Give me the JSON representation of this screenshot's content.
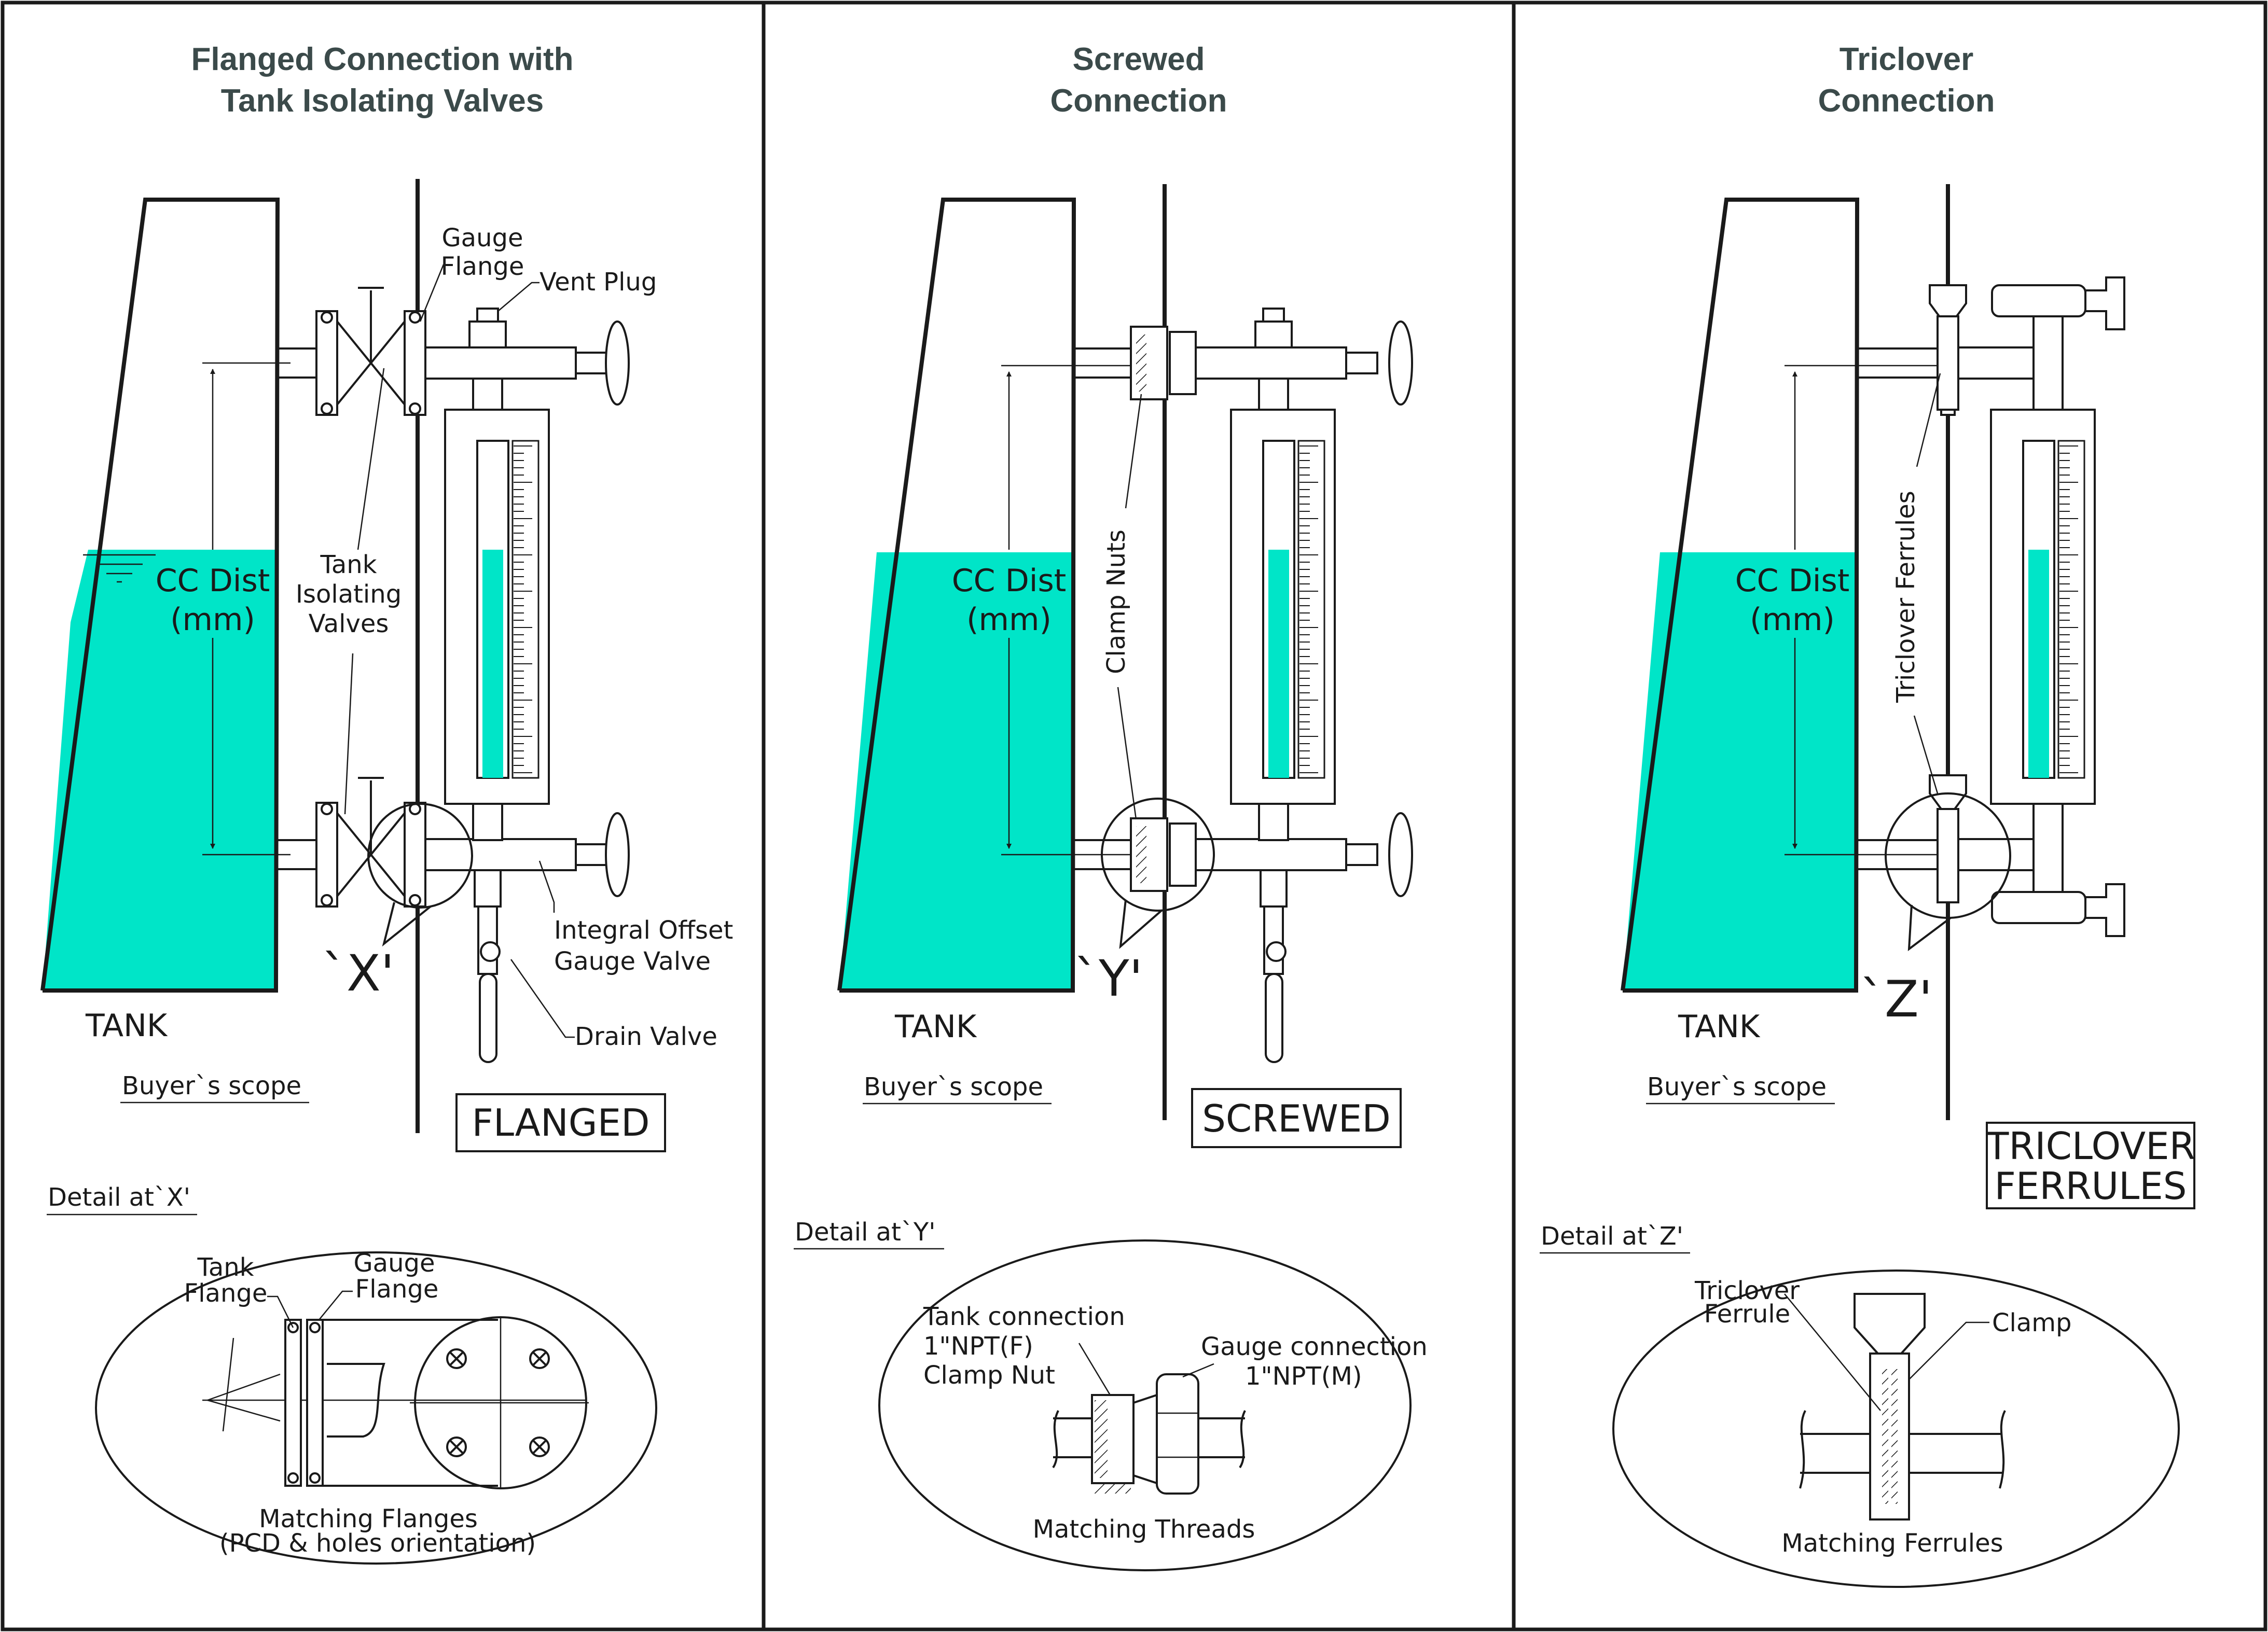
{
  "colors": {
    "liquid": "#00e5c8",
    "line": "#1a1a1a",
    "title": "#3b4a4a"
  },
  "panels": [
    {
      "title": [
        "Flanged Connection with",
        "Tank Isolating Valves"
      ],
      "tank_label": "TANK",
      "buyer_scope": "Buyer`s scope",
      "cc_dist": [
        "CC Dist",
        "(mm)"
      ],
      "callouts": {
        "gauge_flange": [
          "Gauge",
          "Flange"
        ],
        "vent_plug": "Vent Plug",
        "tank_isolating_valves": [
          "Tank",
          "Isolating",
          "Valves"
        ],
        "integral_offset": [
          "Integral Offset",
          "Gauge Valve"
        ],
        "drain_valve": "Drain Valve"
      },
      "detail_marker": "`X'",
      "type_box": [
        "FLANGED"
      ],
      "detail_title": "Detail at`X'",
      "detail": {
        "tank_flange": [
          "Tank",
          "Flange"
        ],
        "gauge_flange": [
          "Gauge",
          "Flange"
        ],
        "matching": [
          "Matching Flanges",
          "(PCD & holes orientation)"
        ]
      }
    },
    {
      "title": [
        "Screwed",
        "Connection"
      ],
      "tank_label": "TANK",
      "buyer_scope": "Buyer`s scope",
      "cc_dist": [
        "CC Dist",
        "(mm)"
      ],
      "callouts": {
        "clamp_nuts": "Clamp Nuts"
      },
      "detail_marker": "`Y'",
      "type_box": [
        "SCREWED"
      ],
      "detail_title": "Detail at`Y'",
      "detail": {
        "tank_connection": [
          "Tank connection",
          "1\"NPT(F)",
          "Clamp Nut"
        ],
        "gauge_connection": [
          "Gauge connection",
          "1\"NPT(M)"
        ],
        "matching": [
          "Matching Threads"
        ]
      }
    },
    {
      "title": [
        "Triclover",
        "Connection"
      ],
      "tank_label": "TANK",
      "buyer_scope": "Buyer`s scope",
      "cc_dist": [
        "CC Dist",
        "(mm)"
      ],
      "callouts": {
        "triclover_ferrules": "Triclover Ferrules"
      },
      "detail_marker": "`Z'",
      "type_box": [
        "TRICLOVER",
        "FERRULES"
      ],
      "detail_title": "Detail at`Z'",
      "detail": {
        "triclover_ferrule": [
          "Triclover",
          "Ferrule"
        ],
        "clamp": "Clamp",
        "matching": [
          "Matching Ferrules"
        ]
      }
    }
  ]
}
